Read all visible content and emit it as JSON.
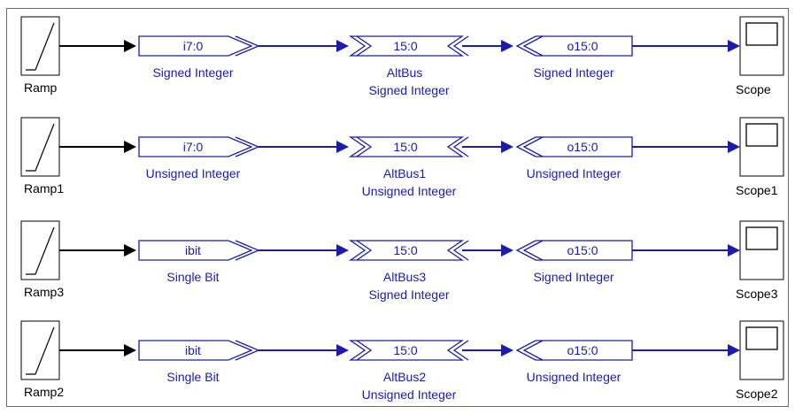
{
  "colors": {
    "wire_black": "#000000",
    "wire_blue": "#1c1ca8",
    "block_border": "#1c1ca8",
    "text_blue": "#1c1ca8",
    "frame": "#6b6b6b"
  },
  "rows": [
    {
      "ramp": {
        "label": "Ramp",
        "icon": "ramp-icon"
      },
      "input": {
        "port_text": "i7:0",
        "type": "Signed Integer"
      },
      "altbus": {
        "port_text": "15:0",
        "name": "AltBus",
        "type": "Signed Integer"
      },
      "output": {
        "port_text": "o15:0",
        "type": "Signed Integer"
      },
      "scope": {
        "label": "Scope",
        "icon": "scope-icon"
      }
    },
    {
      "ramp": {
        "label": "Ramp1",
        "icon": "ramp-icon"
      },
      "input": {
        "port_text": "i7:0",
        "type": "Unsigned Integer"
      },
      "altbus": {
        "port_text": "15:0",
        "name": "AltBus1",
        "type": "Unsigned Integer"
      },
      "output": {
        "port_text": "o15:0",
        "type": "Unsigned Integer"
      },
      "scope": {
        "label": "Scope1",
        "icon": "scope-icon"
      }
    },
    {
      "ramp": {
        "label": "Ramp3",
        "icon": "ramp-icon"
      },
      "input": {
        "port_text": "ibit",
        "type": "Single Bit"
      },
      "altbus": {
        "port_text": "15:0",
        "name": "AltBus3",
        "type": "Signed Integer"
      },
      "output": {
        "port_text": "o15:0",
        "type": "Signed Integer"
      },
      "scope": {
        "label": "Scope3",
        "icon": "scope-icon"
      }
    },
    {
      "ramp": {
        "label": "Ramp2",
        "icon": "ramp-icon"
      },
      "input": {
        "port_text": "ibit",
        "type": "Single Bit"
      },
      "altbus": {
        "port_text": "15:0",
        "name": "AltBus2",
        "type": "Unsigned Integer"
      },
      "output": {
        "port_text": "o15:0",
        "type": "Unsigned Integer"
      },
      "scope": {
        "label": "Scope2",
        "icon": "scope-icon"
      }
    }
  ]
}
